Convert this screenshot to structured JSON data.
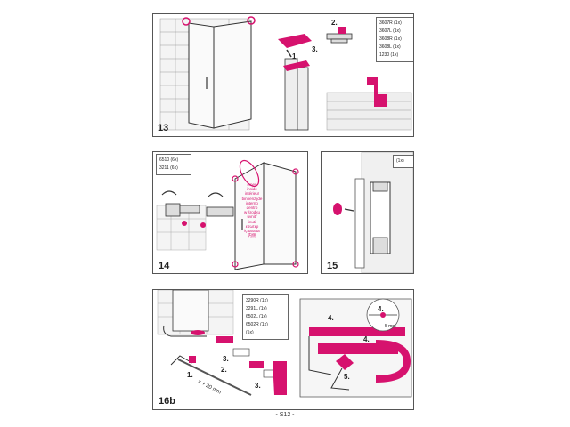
{
  "steps": {
    "s13": "13",
    "s14": "14",
    "s15": "15",
    "s16b": "16b"
  },
  "panel13": {
    "sub_steps": [
      "1.",
      "2.",
      "3."
    ],
    "parts": [
      "3607R (1x)",
      "3607L (1x)",
      "3608R (1x)",
      "3608L (1x)",
      "1230 (1x)"
    ]
  },
  "panel14": {
    "parts": [
      "6510 (6x)",
      "3211 (6x)"
    ],
    "warning": [
      "innen",
      "inside",
      "intérieur",
      "binnenzijde",
      "interno",
      "dentro",
      "w środku",
      "uvnitř",
      "inuti",
      "εσωτερ",
      "iç tarafta",
      "内侧"
    ]
  },
  "panel15": {
    "parts": [
      "(1x)"
    ]
  },
  "panel16b": {
    "sub_steps": [
      "1.",
      "2.",
      "3.",
      "3.",
      "4.",
      "4.",
      "4.",
      "5."
    ],
    "measure": "x + 20 mm",
    "gap": "5 mm",
    "parts": [
      "3290R (1x)",
      "3291L (1x)",
      "6502L (1x)",
      "6502R (1x)",
      "(5x)"
    ]
  },
  "footer": {
    "page": "- S12 -"
  },
  "colors": {
    "accent": "#d6126e",
    "line": "#555555",
    "tile": "#cccccc"
  }
}
